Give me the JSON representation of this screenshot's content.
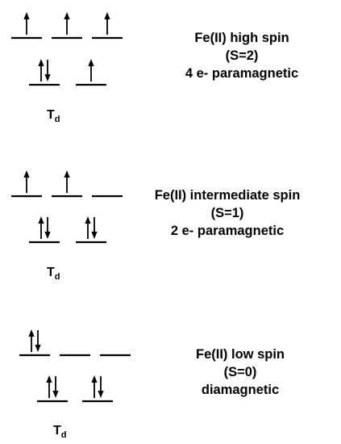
{
  "panels": [
    {
      "caption": [
        "Fe(II) high spin",
        "(S=2)",
        "4 e- paramagnetic"
      ],
      "symmetry": {
        "main": "T",
        "sub": "d"
      },
      "upper_levels": [
        "up",
        "up",
        "up"
      ],
      "lower_levels": [
        "updown",
        "up"
      ]
    },
    {
      "caption": [
        "Fe(II) intermediate spin",
        "(S=1)",
        "2 e- paramagnetic"
      ],
      "symmetry": {
        "main": "T",
        "sub": "d"
      },
      "upper_levels": [
        "up",
        "up",
        "empty"
      ],
      "lower_levels": [
        "updown",
        "updown"
      ]
    },
    {
      "caption": [
        "Fe(II) low spin",
        "(S=0)",
        "diamagnetic"
      ],
      "symmetry": {
        "main": "T",
        "sub": "d"
      },
      "upper_levels": [
        "updown",
        "empty",
        "empty"
      ],
      "lower_levels": [
        "updown",
        "updown"
      ]
    }
  ]
}
